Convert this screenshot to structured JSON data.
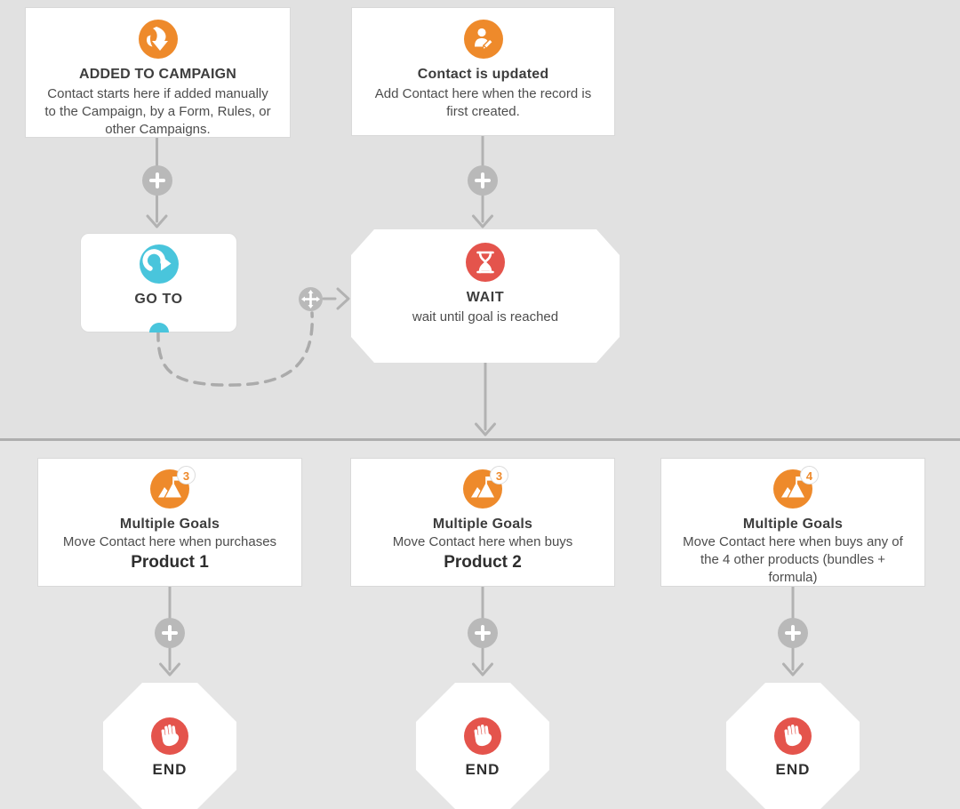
{
  "colors": {
    "orange": "#EE8A2B",
    "cyan": "#49C5DC",
    "red": "#E4544C",
    "gray_circle": "#B9B9B9",
    "connector_line": "#B2B2B2",
    "bg_top": "#E1E1E1",
    "bg_bottom": "#E5E5E5",
    "divider": "#AEAEAE"
  },
  "nodes": {
    "added_to_campaign": {
      "title": "ADDED TO CAMPAIGN",
      "description": "Contact starts here if added manually to the Campaign, by a Form, Rules, or other Campaigns.",
      "icon": "campaign-down-arrow-icon"
    },
    "contact_updated": {
      "title": "Contact is updated",
      "description": "Add Contact here when the record is first created.",
      "icon": "contact-edit-icon"
    },
    "go_to": {
      "title": "GO TO",
      "icon": "goto-curved-arrow-icon"
    },
    "wait": {
      "title": "WAIT",
      "description": "wait until goal is reached",
      "icon": "hourglass-icon"
    },
    "goal_product1": {
      "title": "Multiple Goals",
      "description": "Move Contact here when purchases",
      "product": "Product 1",
      "badge": "3",
      "icon": "goal-mountain-flag-icon"
    },
    "goal_product2": {
      "title": "Multiple Goals",
      "description": "Move Contact here when buys",
      "product": "Product 2",
      "badge": "3",
      "icon": "goal-mountain-flag-icon"
    },
    "goal_other_products": {
      "title": "Multiple Goals",
      "description": "Move Contact here when buys any of the 4 other products (bundles + formula)",
      "badge": "4",
      "icon": "goal-mountain-flag-icon"
    },
    "end_1": {
      "title": "END",
      "icon": "stop-hand-icon"
    },
    "end_2": {
      "title": "END",
      "icon": "stop-hand-icon"
    },
    "end_3": {
      "title": "END",
      "icon": "stop-hand-icon"
    }
  }
}
